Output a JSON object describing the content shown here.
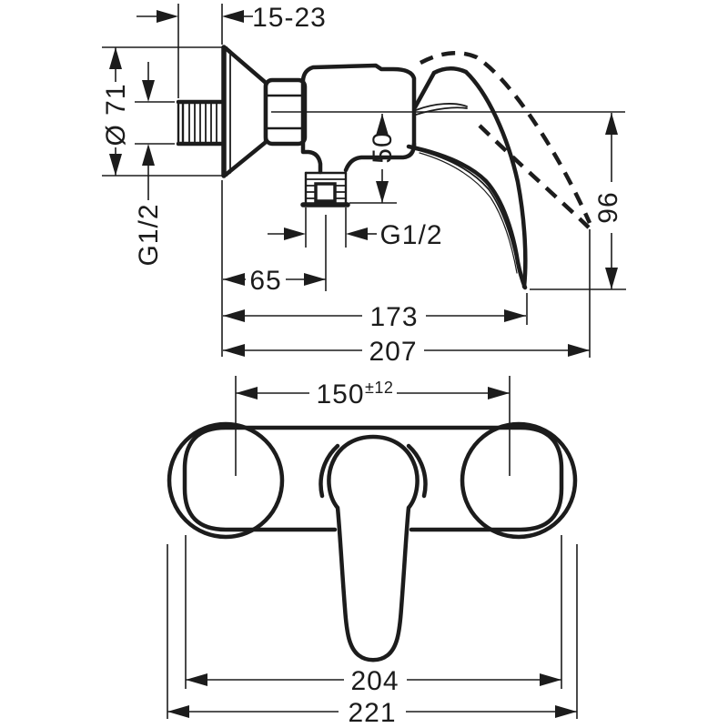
{
  "meta": {
    "description": "Technical dimension drawing of a single-lever exposed shower mixer, side elevation and front elevation",
    "background": "#ffffff",
    "line_color": "#1c1c1c"
  },
  "dims": {
    "wall_distance": {
      "label": "15-23"
    },
    "escutcheon_diameter": {
      "label": "Ø 71"
    },
    "inlet_thread": {
      "label": "G1/2"
    },
    "outlet_drop": {
      "label": "50"
    },
    "outlet_thread": {
      "label": "G1/2"
    },
    "outlet_offset": {
      "label": "65"
    },
    "handle_reach": {
      "label": "173"
    },
    "max_reach": {
      "label": "207"
    },
    "handle_height": {
      "label": "96"
    },
    "connection_centers": {
      "label": "150",
      "tolerance": "±12"
    },
    "body_width": {
      "label": "204"
    },
    "overall_width": {
      "label": "221"
    }
  }
}
